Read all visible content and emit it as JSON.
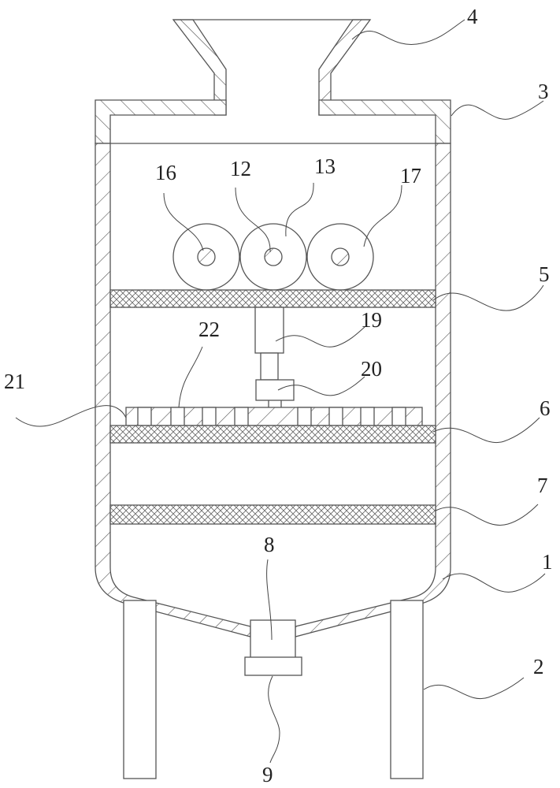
{
  "figure": {
    "type": "patent drawing",
    "subject": "filtering / crushing tank apparatus (sectional view)",
    "labels": [
      {
        "id": "1",
        "text": "1",
        "part": "tank body"
      },
      {
        "id": "2",
        "text": "2",
        "part": "support leg"
      },
      {
        "id": "3",
        "text": "3",
        "part": "top cover"
      },
      {
        "id": "4",
        "text": "4",
        "part": "feed hopper"
      },
      {
        "id": "5",
        "text": "5",
        "part": "first filter screen"
      },
      {
        "id": "6",
        "text": "6",
        "part": "second filter screen"
      },
      {
        "id": "7",
        "text": "7",
        "part": "third filter screen"
      },
      {
        "id": "8",
        "text": "8",
        "part": "discharge pipe"
      },
      {
        "id": "9",
        "text": "9",
        "part": "valve"
      },
      {
        "id": "12",
        "text": "12",
        "part": "shaft"
      },
      {
        "id": "13",
        "text": "13",
        "part": "crushing roller"
      },
      {
        "id": "16",
        "text": "16",
        "part": "left roller shaft"
      },
      {
        "id": "17",
        "text": "17",
        "part": "right roller"
      },
      {
        "id": "19",
        "text": "19",
        "part": "cylinder"
      },
      {
        "id": "20",
        "text": "20",
        "part": "motor"
      },
      {
        "id": "21",
        "text": "21",
        "part": "scraper plate"
      },
      {
        "id": "22",
        "text": "22",
        "part": "through slot"
      }
    ]
  }
}
